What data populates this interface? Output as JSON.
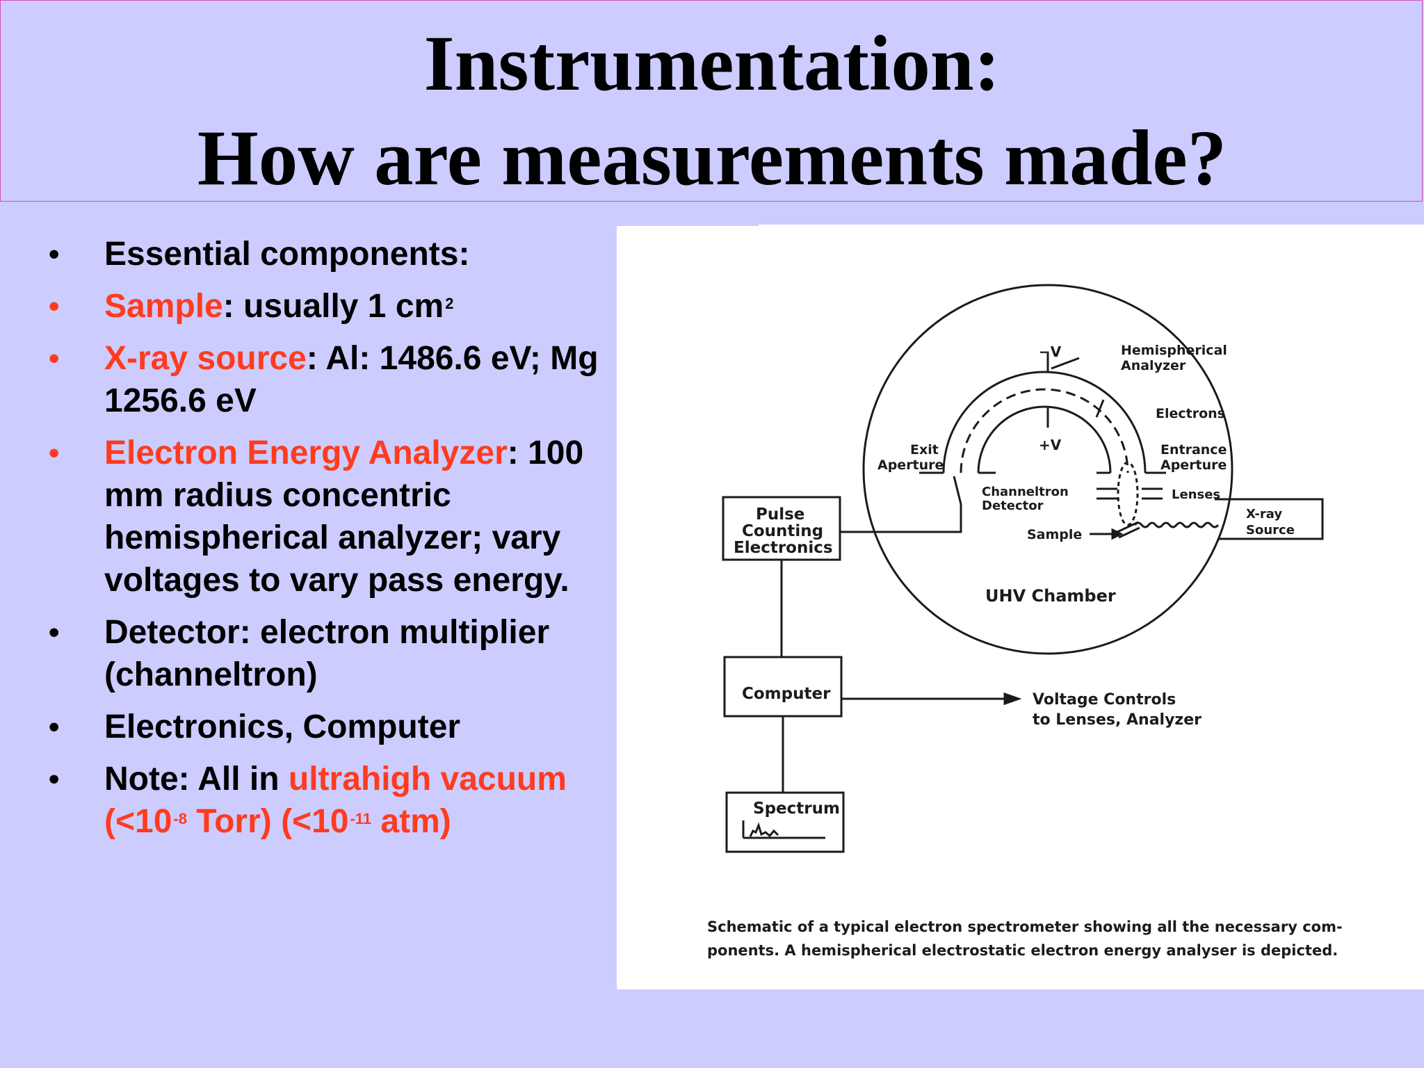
{
  "title": {
    "line1": "Instrumentation:",
    "line2": "How are measurements made?"
  },
  "bullets": [
    {
      "text": "Essential components:"
    },
    {
      "red": "Sample",
      "rest": ": usually 1 cm",
      "sup": "2"
    },
    {
      "red": "X-ray source",
      "rest": ": Al: 1486.6 eV; Mg 1256.6 eV"
    },
    {
      "red": "Electron Energy Analyzer",
      "rest": ":  100 mm radius concentric hemispherical analyzer; vary voltages to vary pass energy."
    },
    {
      "text": "Detector: electron multiplier (channeltron)"
    },
    {
      "text": "Electronics, Computer"
    },
    {
      "prefix": "Note:  All in ",
      "red": "ultrahigh vacuum",
      "red2a": "(<10",
      "sup1": "-8",
      "red2b": " Torr) (<10",
      "sup2": "-11",
      "red2c": " atm)"
    }
  ],
  "diagram": {
    "labels": {
      "minus_v": "−V",
      "plus_v": "+V",
      "hemispherical": "Hemispherical",
      "analyzer": "Analyzer",
      "electrons": "Electrons",
      "exit": "Exit",
      "aperture": "Aperture",
      "entrance": "Entrance",
      "entrance_aperture": "Aperture",
      "channeltron": "Channeltron",
      "detector": "Detector",
      "lenses": "Lenses",
      "xray": "X-ray",
      "source": "Source",
      "sample": "Sample",
      "uhv": "UHV Chamber",
      "pulse": "Pulse",
      "counting": "Counting",
      "electronics": "Electronics",
      "computer": "Computer",
      "voltage1": "Voltage Controls",
      "voltage2": "to Lenses, Analyzer",
      "spectrum": "Spectrum"
    },
    "caption": {
      "line1": "Schematic of a typical electron spectrometer showing all the necessary com-",
      "line2": "ponents. A hemispherical electrostatic electron energy analyser is depicted."
    }
  }
}
